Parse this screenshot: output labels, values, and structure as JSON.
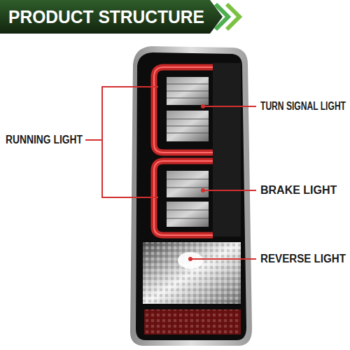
{
  "diagram": {
    "title": "PRODUCT STRUCTURE",
    "labels": [
      "RUNNING LIGHT",
      "TURN SIGNAL LIGHT",
      "BRAKE LIGHT",
      "REVERSE LIGHT"
    ]
  }
}
